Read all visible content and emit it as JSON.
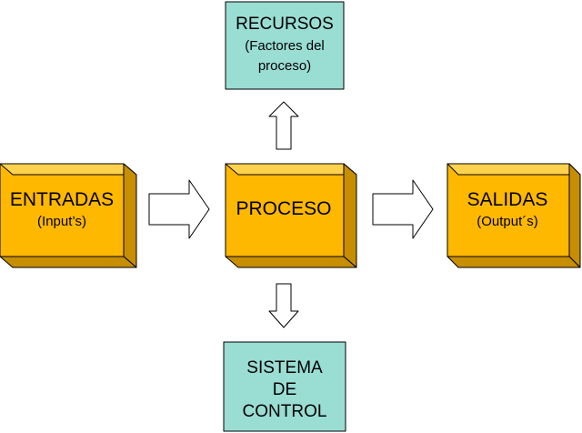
{
  "colors": {
    "box_front": "#FFB800",
    "box_top": "#FFD24D",
    "box_side": "#C68E00",
    "teal_fill": "#99DDD3",
    "outline": "#000000",
    "arrow_fill": "#FFFFFF",
    "text": "#000000"
  },
  "nodes": {
    "entradas": {
      "title": "ENTRADAS",
      "subtitle": "(Input’s)"
    },
    "proceso": {
      "title": "PROCESO"
    },
    "salidas": {
      "title": "SALIDAS",
      "subtitle": "(Output´s)"
    },
    "recursos": {
      "title": "RECURSOS",
      "line2": "(Factores del",
      "line3": "proceso)"
    },
    "sistema": {
      "line1": "SISTEMA",
      "line2": "DE",
      "line3": "CONTROL"
    }
  },
  "arrows": [
    {
      "from": "entradas",
      "to": "proceso",
      "direction": "right"
    },
    {
      "from": "proceso",
      "to": "salidas",
      "direction": "right"
    },
    {
      "from": "proceso",
      "to": "recursos",
      "direction": "up"
    },
    {
      "from": "proceso",
      "to": "sistema",
      "direction": "down"
    }
  ]
}
